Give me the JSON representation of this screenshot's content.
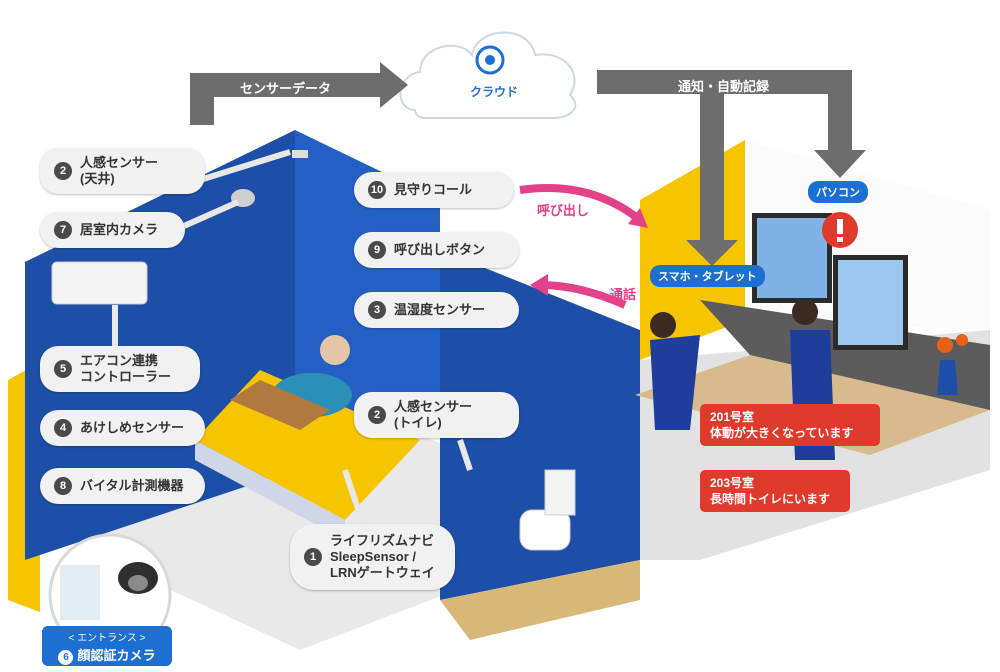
{
  "flows": {
    "sensor_data": "センサーデータ",
    "cloud": "クラウド",
    "notify": "通知・自動記録"
  },
  "callouts": [
    {
      "num": "2",
      "text": "人感センサー\n(天井)"
    },
    {
      "num": "7",
      "text": "居室内カメラ"
    },
    {
      "num": "5",
      "text": "エアコン連携\nコントローラー"
    },
    {
      "num": "4",
      "text": "あけしめセンサー"
    },
    {
      "num": "8",
      "text": "バイタル計測機器"
    },
    {
      "num": "10",
      "text": "見守りコール"
    },
    {
      "num": "9",
      "text": "呼び出しボタン"
    },
    {
      "num": "3",
      "text": "温湿度センサー"
    },
    {
      "num": "2",
      "text": "人感センサー\n(トイレ)"
    },
    {
      "num": "1",
      "text": "ライフリズムナビ\nSleepSensor /\nLRNゲートウェイ"
    }
  ],
  "entrance": {
    "label": "< エントランス >",
    "num": "6",
    "name": "顔認証カメラ"
  },
  "call_labels": {
    "call": "呼び出し",
    "talk": "通話"
  },
  "devices": {
    "pc": "パソコン",
    "smartphone": "スマホ・タブレット"
  },
  "alerts": [
    "201号室\n体動が大きくなっています",
    "203号室\n長時間トイレにいます"
  ],
  "colors": {
    "wall_blue": "#1d4fa8",
    "yellow": "#f7c500",
    "arrow_gray": "#6d6d6d",
    "alert_red": "#e03a2c",
    "pink": "#e5408a"
  }
}
